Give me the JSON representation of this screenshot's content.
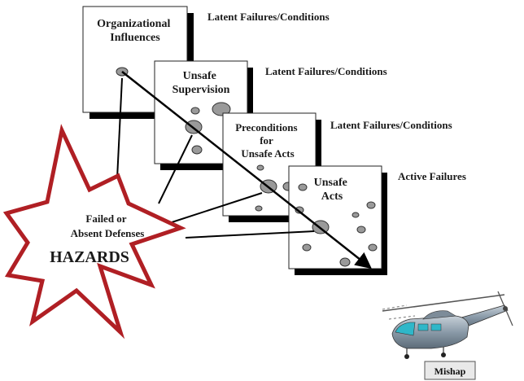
{
  "layers": [
    {
      "id": "organizational-influences",
      "title_lines": [
        "Organizational",
        "Influences"
      ],
      "side_label": "Latent Failures/Conditions"
    },
    {
      "id": "unsafe-supervision",
      "title_lines": [
        "Unsafe",
        "Supervision"
      ],
      "side_label": "Latent Failures/Conditions"
    },
    {
      "id": "preconditions",
      "title_lines": [
        "Preconditions",
        "for",
        "Unsafe Acts"
      ],
      "side_label": "Latent Failures/Conditions"
    },
    {
      "id": "unsafe-acts",
      "title_lines": [
        "Unsafe",
        "Acts"
      ],
      "side_label": "Active Failures"
    }
  ],
  "star": {
    "lines": [
      "Failed or",
      "Absent Defenses"
    ],
    "hazard_label": "HAZARDS",
    "outline_color": "#b01f24"
  },
  "mishap": {
    "label": "Mishap"
  },
  "colors": {
    "panel_shadow": "#000000",
    "panel_border": "#222222",
    "hole_fill": "#9a9a9a",
    "helicopter_body": "#8a9aa8",
    "helicopter_accent": "#2fb7c9"
  }
}
